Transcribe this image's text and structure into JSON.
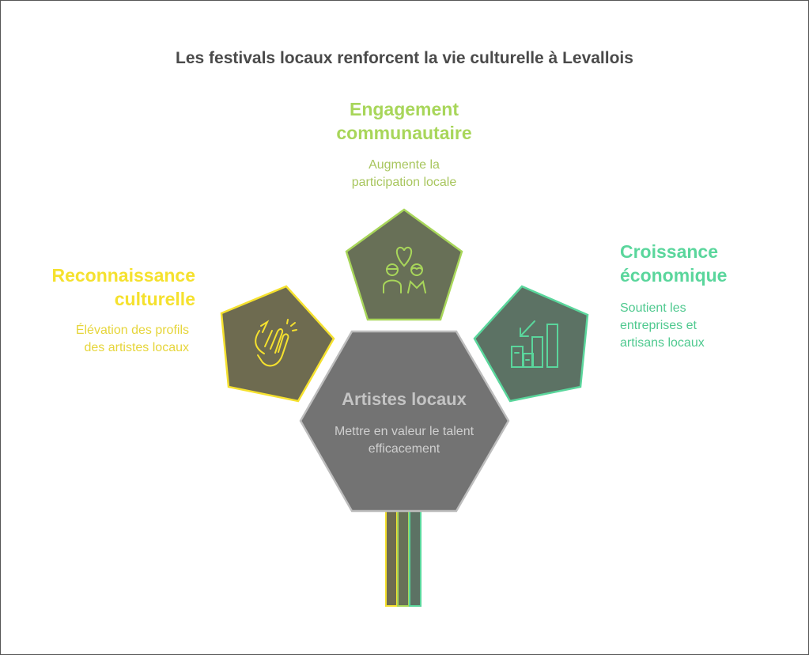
{
  "title": "Les festivals locaux renforcent la vie culturelle à Levallois",
  "center": {
    "title": "Artistes locaux",
    "description": "Mettre en valeur le talent efficacement"
  },
  "nodes": [
    {
      "title_line1": "Reconnaissance",
      "title_line2": "culturelle",
      "desc_line1": "Élévation des profils",
      "desc_line2": "des artistes locaux",
      "icon": "clapping-hands-icon",
      "color": "#f5e12e"
    },
    {
      "title_line1": "Engagement",
      "title_line2": "communautaire",
      "desc_line1": "Augmente la",
      "desc_line2": "participation locale",
      "icon": "people-heart-icon",
      "color": "#a8d65a"
    },
    {
      "title_line1": "Croissance",
      "title_line2": "économique",
      "desc_line1": "Soutient les",
      "desc_line2": "entreprises et",
      "desc_line3": "artisans locaux",
      "icon": "growth-chart-icon",
      "color": "#5ad69c"
    }
  ]
}
